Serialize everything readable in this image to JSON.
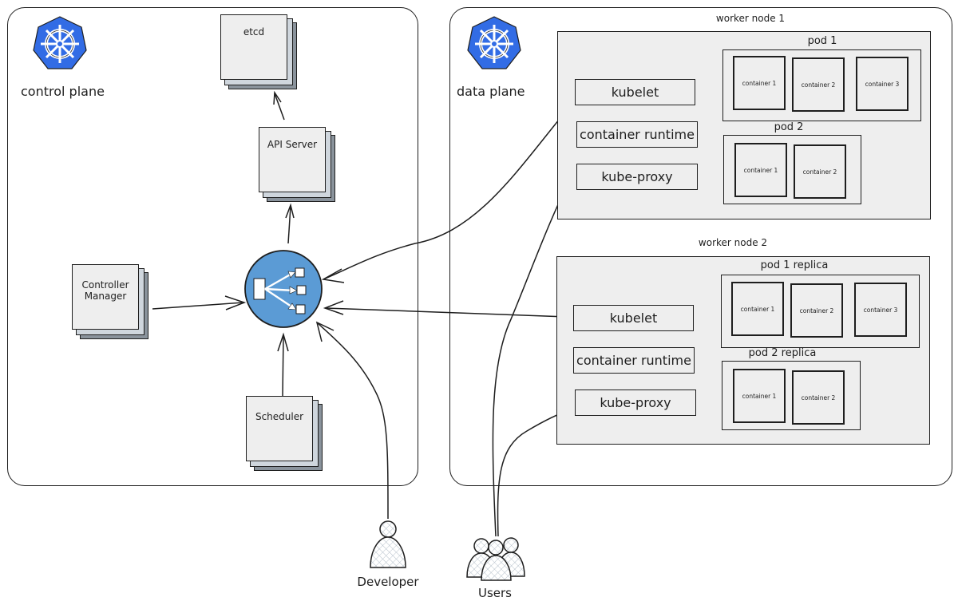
{
  "control_plane": {
    "title": "control plane",
    "logo_icon": "kubernetes-helm-icon",
    "components": {
      "etcd": "etcd",
      "api_server": "API Server",
      "controller_manager": "Controller\nManager",
      "scheduler": "Scheduler",
      "hub_icon": "api-hub-icon"
    }
  },
  "data_plane": {
    "title": "data plane",
    "logo_icon": "kubernetes-helm-icon",
    "worker_nodes": [
      {
        "title": "worker node 1",
        "components": [
          "kubelet",
          "container runtime",
          "kube-proxy"
        ],
        "pods": [
          {
            "title": "pod 1",
            "containers": [
              "container 1",
              "container 2",
              "container 3"
            ]
          },
          {
            "title": "pod 2",
            "containers": [
              "container 1",
              "container 2"
            ]
          }
        ]
      },
      {
        "title": "worker node 2",
        "components": [
          "kubelet",
          "container runtime",
          "kube-proxy"
        ],
        "pods": [
          {
            "title": "pod 1 replica",
            "containers": [
              "container 1",
              "container 2",
              "container 3"
            ]
          },
          {
            "title": "pod 2 replica",
            "containers": [
              "container 1",
              "container 2"
            ]
          }
        ]
      }
    ]
  },
  "actors": {
    "developer": "Developer",
    "users": "Users"
  },
  "colors": {
    "k8s_blue": "#326ce5",
    "hub_blue": "#5b9bd5",
    "box_fill": "#eeeeee",
    "stroke": "#1e1e1e"
  },
  "connections": [
    {
      "from": "api_server",
      "to": "etcd"
    },
    {
      "from": "hub",
      "to": "api_server"
    },
    {
      "from": "controller_manager",
      "to": "hub"
    },
    {
      "from": "scheduler",
      "to": "hub"
    },
    {
      "from": "developer",
      "to": "hub"
    },
    {
      "from": "worker_node_1.kubelet",
      "to": "hub"
    },
    {
      "from": "worker_node_2.kubelet",
      "to": "hub"
    },
    {
      "from": "users",
      "to": "worker_node_1.kube-proxy"
    },
    {
      "from": "users",
      "to": "worker_node_2.kube-proxy"
    }
  ]
}
